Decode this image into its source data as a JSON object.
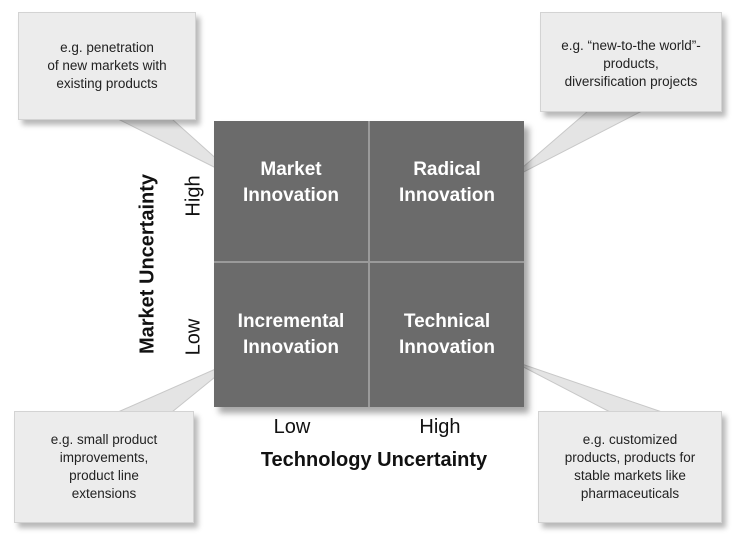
{
  "matrix": {
    "cells": {
      "top_left": {
        "line1": "Market",
        "line2": "Innovation"
      },
      "top_right": {
        "line1": "Radical",
        "line2": "Innovation"
      },
      "bottom_left": {
        "line1": "Incremental",
        "line2": "Innovation"
      },
      "bottom_right": {
        "line1": "Technical",
        "line2": "Innovation"
      }
    },
    "fill_color": "#6b6b6b",
    "text_color": "#ffffff"
  },
  "y_axis": {
    "title": "Market Uncertainty",
    "high": "High",
    "low": "Low"
  },
  "x_axis": {
    "title": "Technology Uncertainty",
    "low": "Low",
    "high": "High"
  },
  "callouts": {
    "top_left": "e.g. penetration\nof new markets with\nexisting products",
    "top_right": "e.g. “new-to-the world”-\nproducts,\ndiversification projects",
    "bottom_left": "e.g. small product\nimprovements,\nproduct line\nextensions",
    "bottom_right": "e.g. customized\nproducts, products for\nstable markets like\npharmaceuticals"
  },
  "callout_color": "#ececec"
}
